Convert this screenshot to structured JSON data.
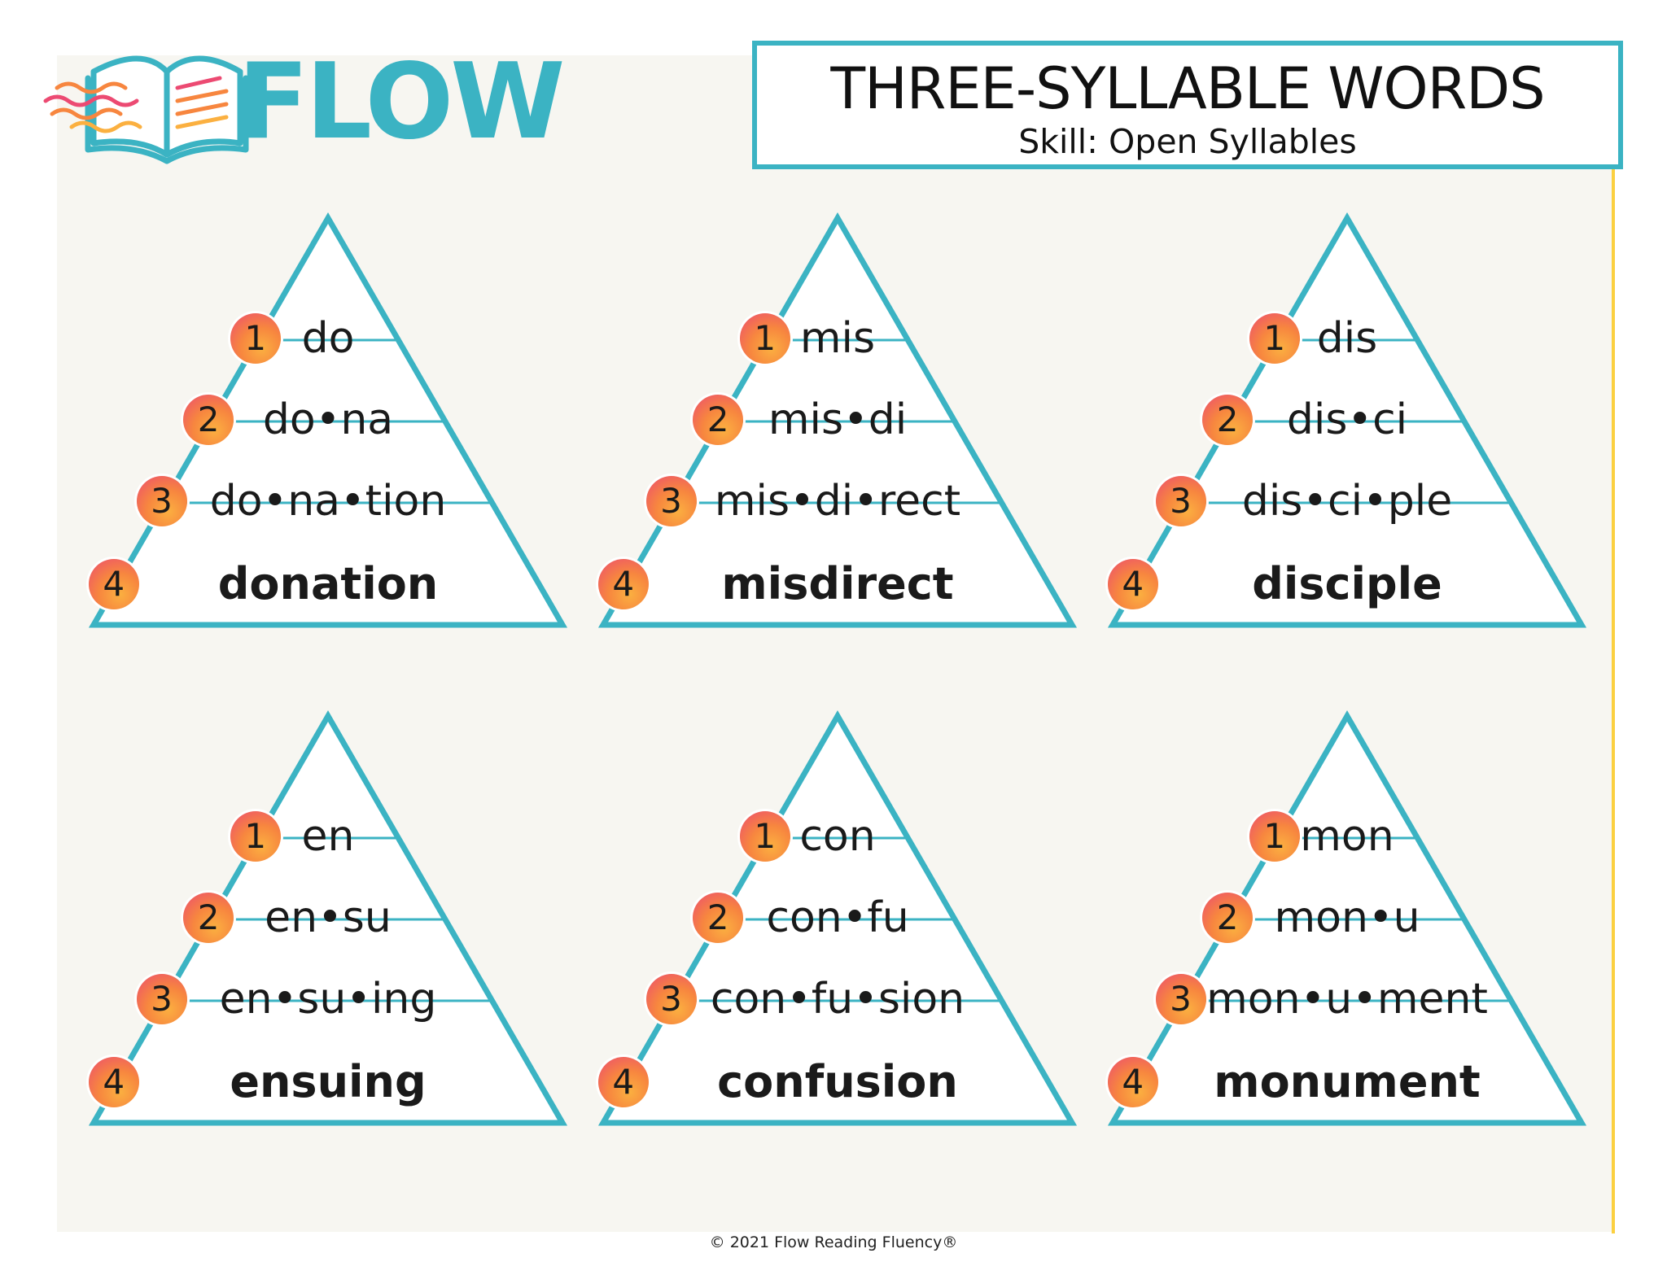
{
  "brand": {
    "name": "FLOW",
    "copyright": "© 2021 Flow Reading Fluency®"
  },
  "header": {
    "title": "THREE-SYLLABLE WORDS",
    "subtitle": "Skill: Open Syllables"
  },
  "colors": {
    "teal": "#3bb3c3",
    "pink": "#ec4a72",
    "orange": "#f7863f",
    "yellow": "#fbb040",
    "panel_background": "#f7f6f1"
  },
  "icons": [
    "open-book-icon"
  ],
  "step_numbers": [
    "1",
    "2",
    "3",
    "4"
  ],
  "pyramids": [
    {
      "rows": [
        "do",
        "do•na",
        "do•na•tion"
      ],
      "word": "donation"
    },
    {
      "rows": [
        "mis",
        "mis•di",
        "mis•di•rect"
      ],
      "word": "misdirect"
    },
    {
      "rows": [
        "dis",
        "dis•ci",
        "dis•ci•ple"
      ],
      "word": "disciple"
    },
    {
      "rows": [
        "en",
        "en•su",
        "en•su•ing"
      ],
      "word": "ensuing"
    },
    {
      "rows": [
        "con",
        "con•fu",
        "con•fu•sion"
      ],
      "word": "confusion"
    },
    {
      "rows": [
        "mon",
        "mon•u",
        "mon•u•ment"
      ],
      "word": "monument"
    }
  ]
}
